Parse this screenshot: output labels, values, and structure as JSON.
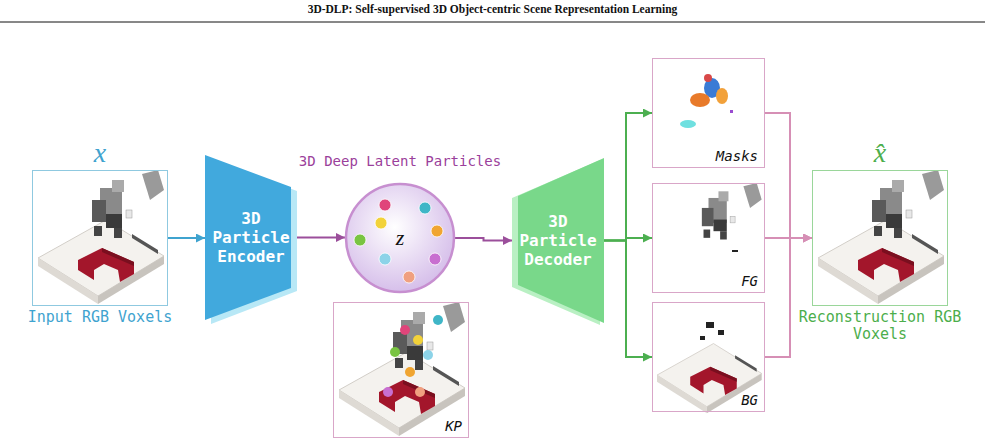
{
  "diagram": {
    "title": "3D-DLP: Self-supervised 3D Object-centric Scene Representation Learning",
    "nodes": [
      {
        "text": [
          "x",
          "Input RGB Voxels"
        ]
      },
      {
        "text": [
          "3D Particle Encoder"
        ]
      },
      {
        "text": [
          "3D Deep Latent Particles",
          "z"
        ]
      },
      {
        "text": [
          "KP"
        ]
      },
      {
        "text": [
          "3D Particle Decoder"
        ]
      },
      {
        "text": [
          "Masks"
        ]
      },
      {
        "text": [
          "FG"
        ]
      },
      {
        "text": [
          "BG"
        ]
      },
      {
        "text": [
          "x̂",
          "Reconstruction RGB Voxels"
        ]
      }
    ],
    "edges": [
      {
        "from": 0,
        "to": 1,
        "arrow": "to"
      },
      {
        "from": 1,
        "to": 2,
        "arrow": "to"
      },
      {
        "from": 2,
        "to": 4,
        "arrow": "to"
      },
      {
        "from": 4,
        "to": 5,
        "arrow": "to"
      },
      {
        "from": 4,
        "to": 6,
        "arrow": "to"
      },
      {
        "from": 4,
        "to": 7,
        "arrow": "to"
      },
      {
        "from": 5,
        "to": 8,
        "arrow": "to"
      },
      {
        "from": 6,
        "to": 8,
        "arrow": "to"
      },
      {
        "from": 7,
        "to": 8,
        "arrow": "to"
      }
    ]
  }
}
